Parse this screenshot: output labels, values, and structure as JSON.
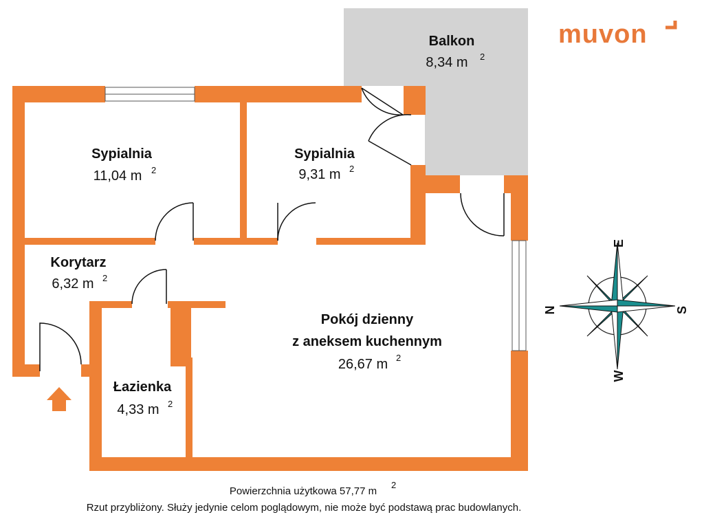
{
  "brand": {
    "logo_text": "muvon",
    "logo_color": "#e8793a"
  },
  "colors": {
    "wall": "#ee8136",
    "balcony": "#d3d3d3",
    "door": "#111111",
    "compass": "#1b8f8f"
  },
  "rooms": [
    {
      "name": "Balkon",
      "area": "8,34 m",
      "unit_power": "2"
    },
    {
      "name": "Sypialnia",
      "area": "11,04 m",
      "unit_power": "2"
    },
    {
      "name": "Sypialnia",
      "area": "9,31 m",
      "unit_power": "2"
    },
    {
      "name": "Korytarz",
      "area": "6,32 m",
      "unit_power": "2"
    },
    {
      "name": "Pokój dzienny",
      "name_line2": "z aneksem kuchennym",
      "area": "26,67 m",
      "unit_power": "2"
    },
    {
      "name": "Łazienka",
      "area": "4,33 m",
      "unit_power": "2"
    }
  ],
  "compass": {
    "n": "N",
    "e": "E",
    "s": "S",
    "w": "W"
  },
  "entrance_icon": "arrow-up-icon",
  "footer": {
    "total": "Powierzchnia użytkowa 57,77 m",
    "total_power": "2",
    "disclaimer": "Rzut przybliżony. Służy jedynie celom poglądowym, nie może być podstawą prac budowlanych."
  }
}
